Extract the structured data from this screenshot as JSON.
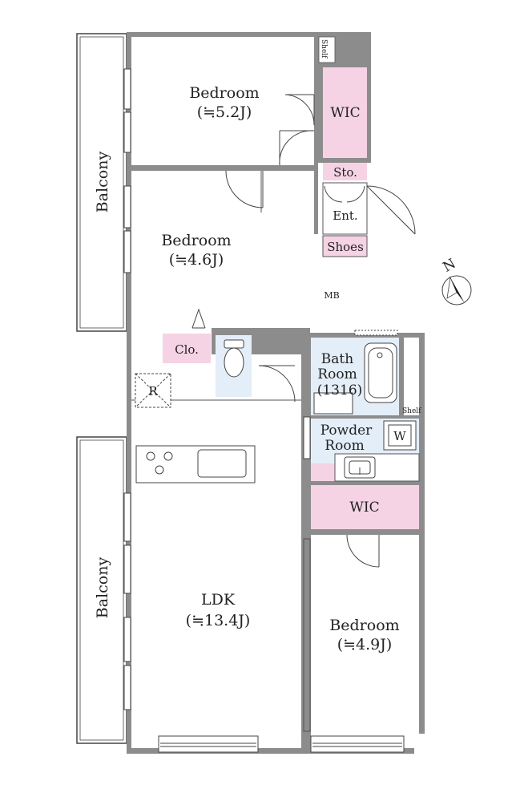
{
  "rooms": {
    "bedroom_top": {
      "name": "Bedroom",
      "size": "(≒5.2J)"
    },
    "bedroom_mid": {
      "name": "Bedroom",
      "size": "(≒4.6J)"
    },
    "ldk": {
      "name": "LDK",
      "size": "(≒13.4J)"
    },
    "bedroom_bottom": {
      "name": "Bedroom",
      "size": "(≒4.9J)"
    },
    "bath": {
      "line1": "Bath",
      "line2": "Room",
      "line3": "(1316)"
    },
    "powder": {
      "line1": "Powder",
      "line2": "Room"
    }
  },
  "labels": {
    "wic_top": "WIC",
    "wic_bottom": "WIC",
    "storage": "Sto.",
    "entrance": "Ent.",
    "shoes": "Shoes",
    "meter_box": "MB",
    "closet": "Clo.",
    "refrigerator": "R",
    "washer": "W",
    "shelf_top": "Shelf",
    "shelf_bath": "Shelf",
    "balcony_top": "Balcony",
    "balcony_bottom": "Balcony",
    "north": "N"
  },
  "colors": {
    "wall": "#8c8c8c",
    "pink": "#f5d3e4",
    "blue": "#e4eef8",
    "line": "#555555"
  }
}
